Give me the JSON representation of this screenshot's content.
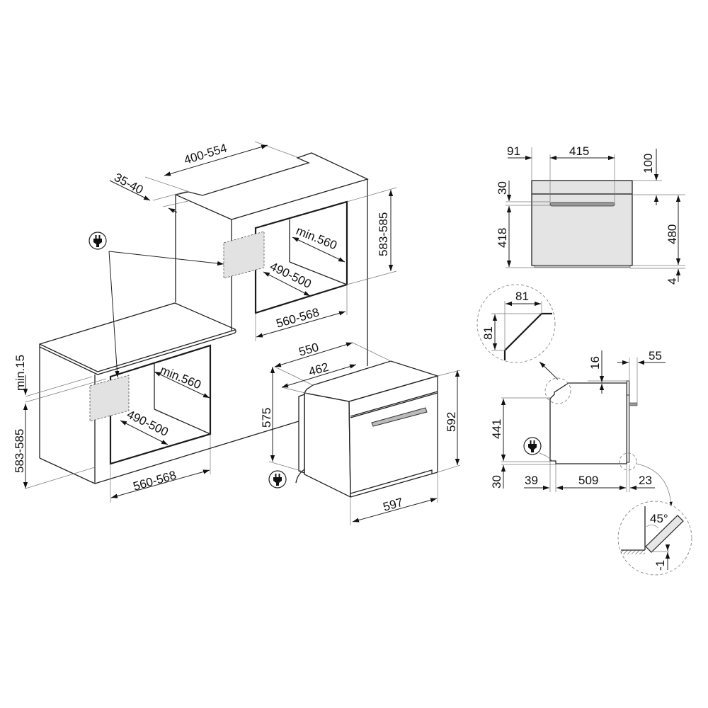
{
  "install_view": {
    "tall_cabinet": {
      "depth": "400-554",
      "back_gap": "35-40",
      "niche_height": "583-585",
      "niche_depth": "min.560",
      "inner_width": "490-500",
      "niche_width": "560-568"
    },
    "under_counter": {
      "counter_gap": "min.15",
      "niche_height": "583-585",
      "niche_depth": "min.560",
      "inner_width": "490-500",
      "niche_width": "560-568"
    },
    "oven": {
      "depth_total": "550",
      "depth_body": "462",
      "body_height": "575",
      "front_height": "592",
      "front_width": "597"
    },
    "power_icon": "plug-icon"
  },
  "front_view": {
    "left_offset": "91",
    "handle_width": "415",
    "top_to_handle": "100",
    "panel_height": "30",
    "door_height": "418",
    "body_height": "480",
    "plinth": "4"
  },
  "side_view": {
    "top_step": "16",
    "handle_depth": "55",
    "body_height": "441",
    "base_height": "30",
    "rear_offset": "39",
    "body_depth": "509",
    "door_thickness": "23",
    "bevel_detail": {
      "width": "81",
      "height": "81"
    },
    "door_detail": {
      "angle": "45°",
      "offset": "-1"
    }
  }
}
